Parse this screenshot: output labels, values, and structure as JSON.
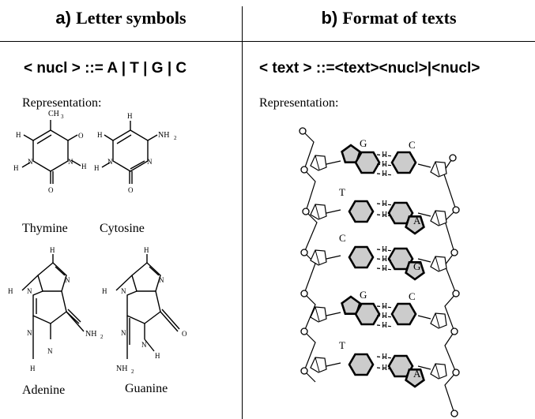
{
  "left": {
    "header_letter": "a)",
    "header_title": "Letter symbols",
    "grammar": "< nucl > ::= A | T | G | C",
    "representation_label": "Representation:",
    "molecules": {
      "thymine": "Thymine",
      "cytosine": "Cytosine",
      "adenine": "Adenine",
      "guanine": "Guanine"
    },
    "atoms": {
      "ch3": "CH",
      "ch3_sub": "3",
      "nh2": "NH",
      "nh2_sub": "2",
      "h": "H",
      "n": "N",
      "o": "O"
    }
  },
  "right": {
    "header_letter": "b)",
    "header_title": "Format of texts",
    "grammar": "< text > ::=<text><nucl>|<nucl>",
    "representation_label": "Representation:",
    "pairs": [
      {
        "left": "G",
        "right": "C",
        "bonds": 3
      },
      {
        "left": "T",
        "right": "A",
        "bonds": 2
      },
      {
        "left": "C",
        "right": "G",
        "bonds": 3
      },
      {
        "left": "G",
        "right": "C",
        "bonds": 3
      },
      {
        "left": "T",
        "right": "A",
        "bonds": 2
      }
    ],
    "hydrogen": "H"
  },
  "colors": {
    "ink": "#000000",
    "base_fill": "#cccccc",
    "background": "#ffffff"
  }
}
